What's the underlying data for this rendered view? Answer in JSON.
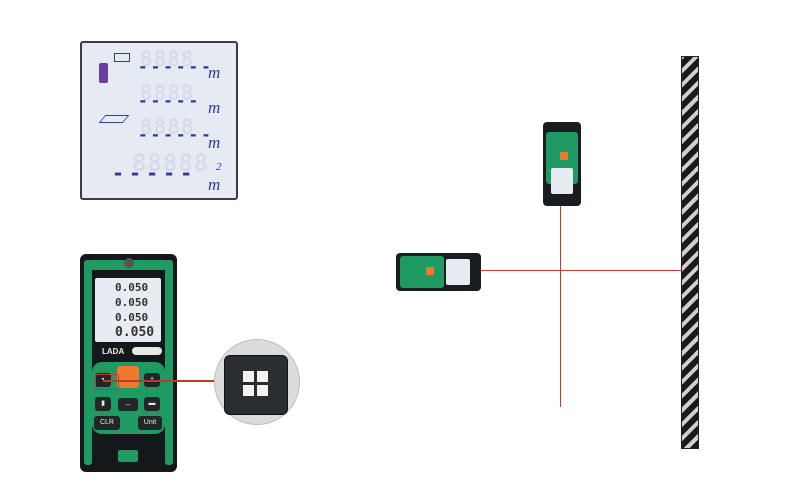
{
  "lcd": {
    "unit_m": "m",
    "area_exponent": "2",
    "area_unit": "m"
  },
  "device": {
    "screen_values": [
      "0.050",
      "0.050",
      "0.050",
      "0.050"
    ],
    "brand": "LADA",
    "clr_label": "CLR",
    "unit_label": "Unit"
  },
  "colors": {
    "device_green": "#1f9a63",
    "laser_red": "#c0392b",
    "lcd_blue": "#2f3c9a",
    "accent_orange": "#f07a2b"
  }
}
